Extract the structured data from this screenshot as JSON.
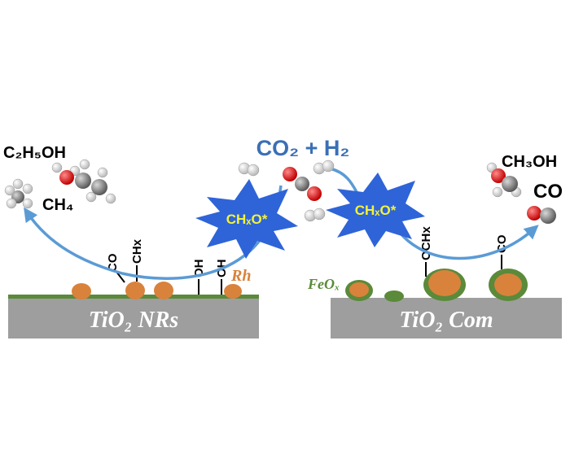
{
  "reaction": {
    "reactants": "CO₂ + H₂"
  },
  "intermediates": [
    {
      "text": "CHₓO*",
      "color": "#f4f23a"
    },
    {
      "text": "CHₓO*",
      "color": "#f4f23a"
    }
  ],
  "products_left": [
    "C₂H₅OH",
    "CH₄"
  ],
  "products_right": [
    "CH₃OH",
    "CO"
  ],
  "adsorbates_left": [
    "CO",
    "CHx",
    "OH",
    "OH"
  ],
  "adsorbates_right": [
    "OCHx",
    "CO"
  ],
  "surfaces": [
    {
      "label": "TiO₂ NRs"
    },
    {
      "label": "TiO₂ Com"
    }
  ],
  "metal_label": "Rh",
  "oxide_label": "FeOₓ",
  "colors": {
    "arrow": "#5b9bd5",
    "starburst": "#2e64d8",
    "intermediate_text": "#f4f23a",
    "rh": "#d9823b",
    "feox": "#5a8a3a",
    "support": "#9e9e9e",
    "support_label": "#ffffff",
    "reactant_text": "#3a6fb5",
    "oxygen": "#e01010",
    "carbon": "#888888",
    "hydrogen": "#f2f2f2"
  }
}
